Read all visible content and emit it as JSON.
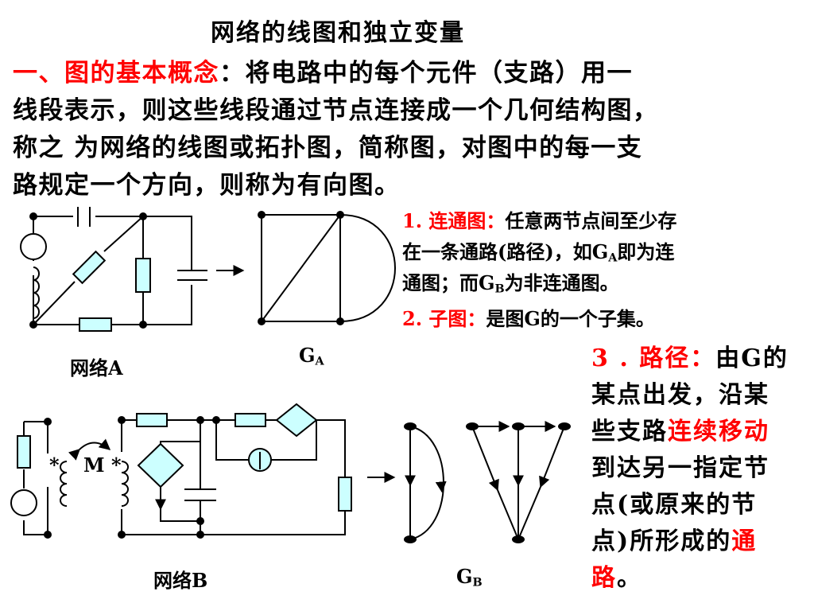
{
  "title": "网络的线图和独立变量",
  "intro": {
    "heading": "一、图的基本概念",
    "line1": "：将电路中的每个元件（支路）用一",
    "line2": "线段表示，则这些线段通过节点连接成一个几何结构图，",
    "line3": "称之 为网络的线图或拓扑图，简称图，对图中的每一支",
    "line4": "路规定一个方向，则称为有向图。"
  },
  "notes": {
    "n1_label": "1.  连通图：",
    "n1_l1": "任意两节点间至少存",
    "n1_l2a": "在一条通路(路径)，如G",
    "n1_l2_sub": "A",
    "n1_l2b": "即为连",
    "n1_l3a": "通图；而G",
    "n1_l3_sub": "B",
    "n1_l3b": "为非连通图。",
    "n2_label": "2. 子图：",
    "n2_text": "是图G的一个子集。",
    "n3_label": "3 . 路径：",
    "n3_l1": "由G的",
    "n3_l2": "某点出发，沿某",
    "n3_l3a": "些支路",
    "n3_l3_red": "连续移动",
    "n3_l4": "到达另一指定节",
    "n3_l5": "点(或原来的节",
    "n3_l6": "点)所形成的",
    "n3_l6_red": "通",
    "n3_l7_red": "路",
    "n3_l7b": "。"
  },
  "captions": {
    "network_a": "网络A",
    "graph_a": "G",
    "graph_a_sub": "A",
    "network_b": "网络B",
    "graph_b": "G",
    "graph_b_sub": "B",
    "mutual_m": "M",
    "star_left": "*",
    "star_right": "*"
  },
  "colors": {
    "accent": "#ff0000",
    "component_fill": "#ccffff",
    "text": "#000000"
  }
}
